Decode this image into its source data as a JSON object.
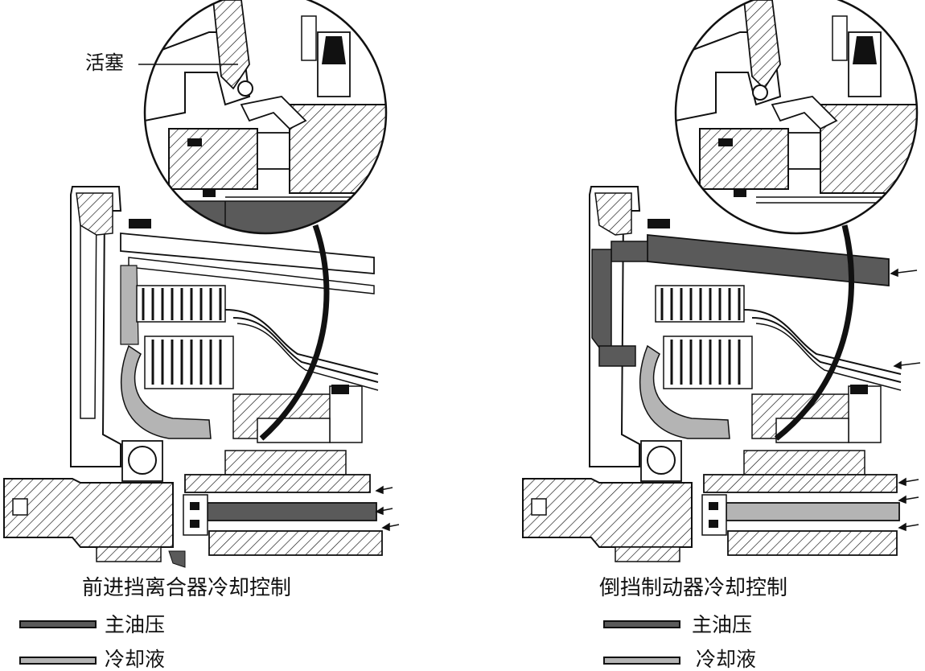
{
  "diagrams": [
    {
      "title": "前进挡离合器冷却控制",
      "callout": "活塞",
      "legend": [
        {
          "label": "主油压",
          "color": "#5a5a5a"
        },
        {
          "label": "冷却液",
          "color": "#b4b4b4"
        }
      ]
    },
    {
      "title": "倒挡制动器冷却控制",
      "legend": [
        {
          "label": "主油压",
          "color": "#5a5a5a"
        },
        {
          "label": "冷却液",
          "color": "#b4b4b4"
        }
      ]
    }
  ],
  "colors": {
    "main_pressure": "#5a5a5a",
    "coolant": "#b4b4b4",
    "line": "#111111",
    "background": "#ffffff"
  }
}
